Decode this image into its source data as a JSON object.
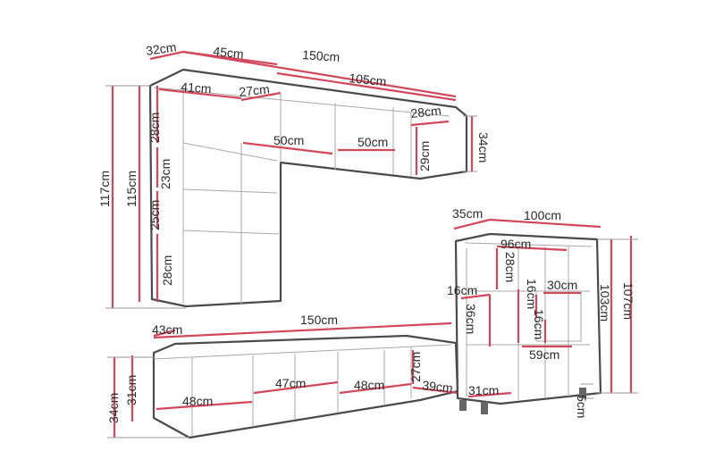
{
  "upper": {
    "depth_top": "32cm",
    "width_left": "45cm",
    "width_total": "150cm",
    "width_right": "105cm",
    "shelf_left": "41cm",
    "shelf_mid": "27cm",
    "height_left_top": "28cm",
    "height_total": "117cm",
    "height_inner": "115cm",
    "height_mid": "23cm",
    "height_lower": "25cm",
    "height_bottom": "28cm",
    "shelf_a": "50cm",
    "shelf_b": "50cm",
    "side_width": "28cm",
    "side_height": "29cm",
    "height_wall": "34cm"
  },
  "tv_bench": {
    "depth": "43cm",
    "width": "150cm",
    "height_total": "34cm",
    "height_inner": "31cm",
    "shelf_1": "48cm",
    "shelf_2": "47cm",
    "shelf_3": "48cm",
    "side_height": "27cm",
    "side_depth": "39cm"
  },
  "cabinet": {
    "depth": "35cm",
    "width": "100cm",
    "inner_width": "96cm",
    "top_height": "28cm",
    "left_height": "16cm",
    "mid_height": "36cm",
    "box_height_a": "16cm",
    "box_width": "30cm",
    "box_height_b": "16cm",
    "base_width": "59cm",
    "base_depth": "31cm",
    "height_inner": "103cm",
    "height_total": "107cm",
    "leg_height": "5cm"
  }
}
